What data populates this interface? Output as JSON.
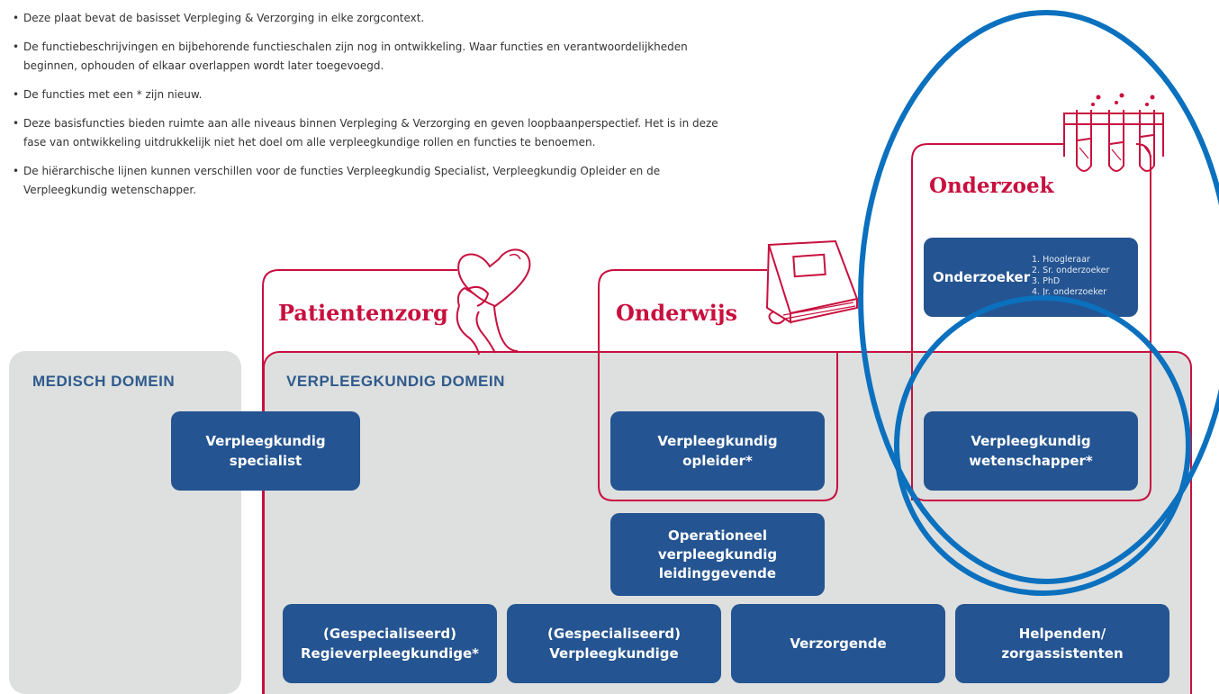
{
  "bullets": [
    "Deze plaat bevat de basisset Verpleging & Verzorging in elke zorgcontext.",
    "De functiebeschrijvingen en bijbehorende functieschalen zijn nog in ontwikkeling. Waar functies en verantwoordelijkheden beginnen, ophouden of elkaar overlappen wordt later toegevoegd.",
    "De functies met een * zijn nieuw.",
    "Deze basisfuncties bieden ruimte aan alle niveaus binnen Verpleging & Verzorging en geven loopbaanperspectief. Het is in deze fase van ontwikkeling uitdrukkelijk niet het doel om alle verpleegkundige rollen en functies te benoemen.",
    "De hiërarchische lijnen kunnen verschillen voor de functies Verpleegkundig Specialist, Verpleegkundig Opleider en de Verpleegkundig wetenschapper."
  ],
  "domains": {
    "medisch": "MEDISCH DOMEIN",
    "verpleegkundig": "VERPLEEGKUNDIG DOMEIN"
  },
  "sections": {
    "patientenzorg": "Patientenzorg",
    "onderwijs": "Onderwijs",
    "onderzoek": "Onderzoek"
  },
  "functions": {
    "specialist": "Verpleegkundig\nspecialist",
    "opleider": "Verpleegkundig\nopleider*",
    "wetenschapper": "Verpleegkundig\nwetenschapper*",
    "operationeel": "Operationeel\nverpleegkundig\nleidinggevende",
    "regie": "(Gespecialiseerd)\nRegieverpleegkundige*",
    "gespec": "(Gespecialiseerd)\nVerpleegkundige",
    "verzorgende": "Verzorgende",
    "helpenden": "Helpenden/\nzorgassistenten",
    "onderzoeker": "Onderzoeker"
  },
  "onderzoeker_levels": [
    "1. Hoogleraar",
    "2. Sr. onderzoeker",
    "3. PhD",
    "4. Jr. onderzoeker"
  ],
  "colors": {
    "accent_red": "#c8103e",
    "box_blue": "#245491",
    "domain_gray": "#dde0df",
    "annotation_blue": "#0b70be"
  }
}
